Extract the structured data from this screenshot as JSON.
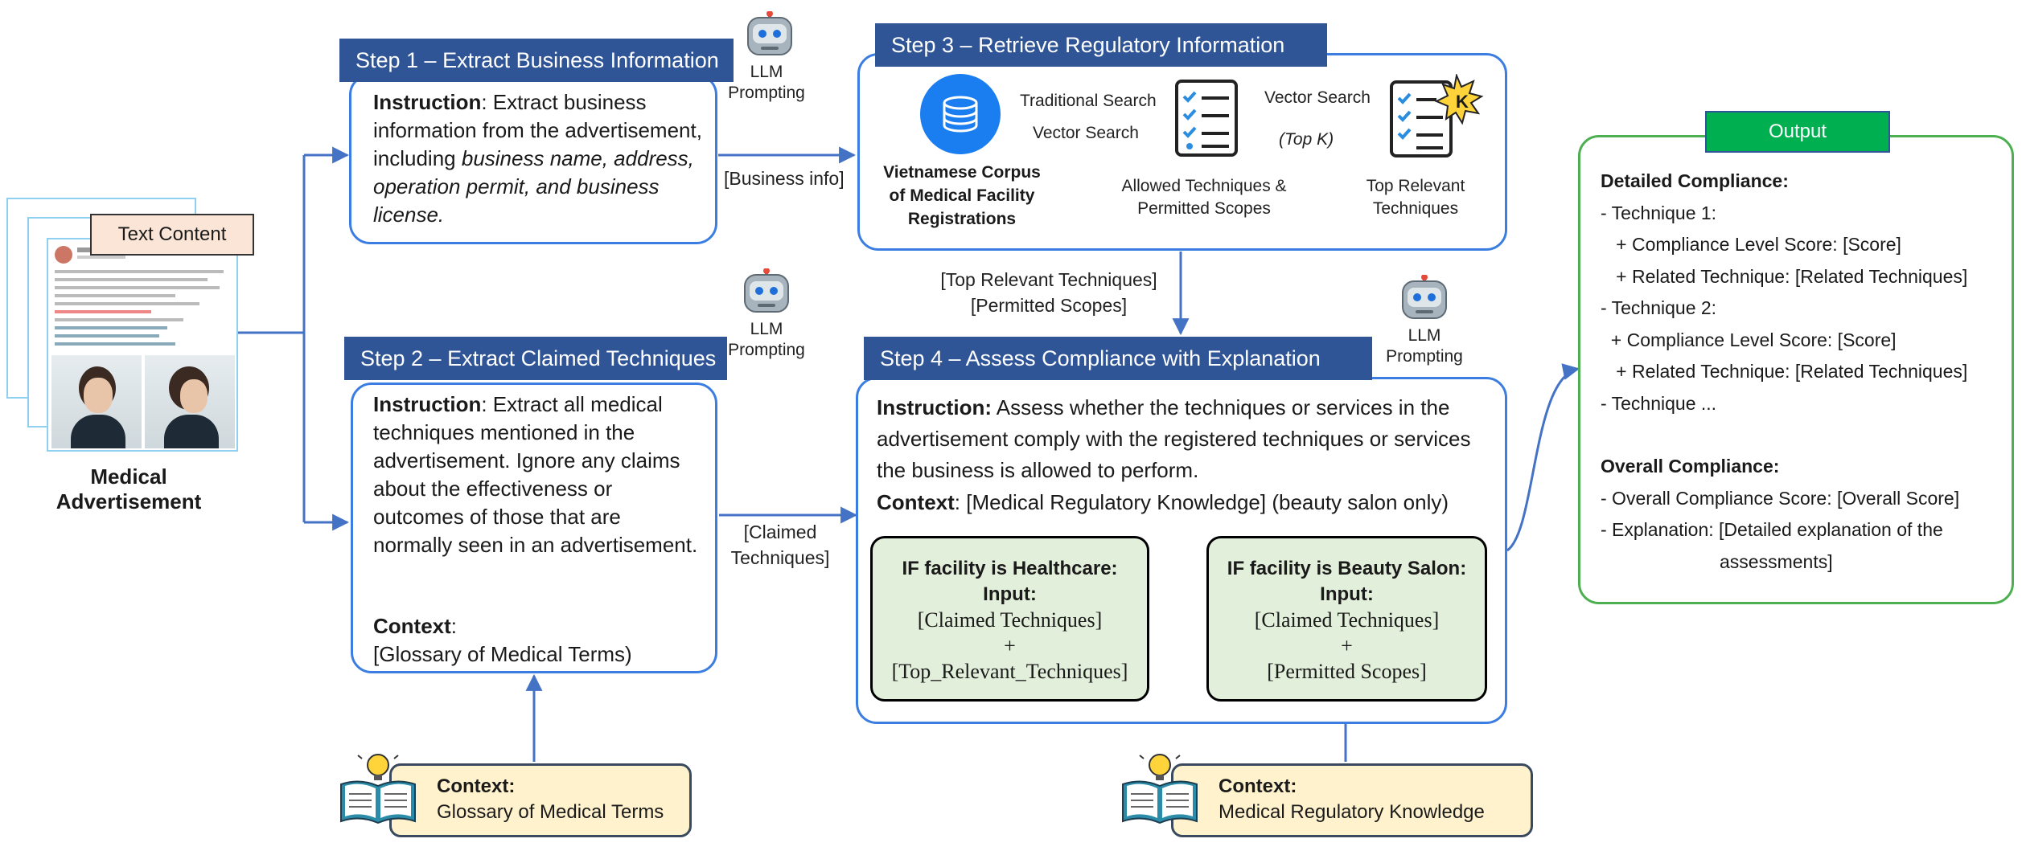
{
  "input": {
    "text_content_label": "Text Content",
    "ad_label": "Medical Advertisement"
  },
  "llm_label_line1": "LLM",
  "llm_label_line2": "Prompting",
  "step1": {
    "title": "Step 1 – Extract Business Information",
    "instruction_label": "Instruction",
    "instruction_text_a": ": Extract business information from the advertisement, including ",
    "instruction_text_b": "business name, address, operation permit, and business license."
  },
  "step2": {
    "title": "Step 2 – Extract Claimed Techniques",
    "instruction_label": "Instruction",
    "instruction_text": ": Extract all medical techniques mentioned in the advertisement. Ignore any claims about the effectiveness or outcomes of those that are normally seen in an advertisement.",
    "context_label": "Context",
    "context_colon": ":",
    "context_text": "[Glossary of Medical Terms)"
  },
  "step3": {
    "title": "Step 3 – Retrieve Regulatory Information",
    "corpus_label": "Vietnamese Corpus of Medical Facility Registrations",
    "traditional_search": "Traditional Search",
    "vector_search_1": "Vector Search",
    "vector_search_2": "Vector Search",
    "top_k": "(Top K)",
    "allowed_label": "Allowed Techniques & Permitted Scopes",
    "top_relevant_label": "Top Relevant Techniques",
    "k_badge": "K"
  },
  "step4": {
    "title": "Step 4 – Assess Compliance with Explanation",
    "instruction_label": "Instruction:",
    "instruction_text": " Assess whether the techniques or services in the advertisement comply with the registered techniques or services the business is allowed to perform.",
    "context_label": "Context",
    "context_text": ": [Medical Regulatory Knowledge] (beauty salon only)",
    "healthcare": {
      "title": "IF facility is Healthcare:",
      "input": "Input:",
      "line1": "[Claimed Techniques]",
      "plus": "+",
      "line2": "[Top_Relevant_Techniques]"
    },
    "beauty": {
      "title": "IF facility is Beauty Salon:",
      "input": "Input:",
      "line1": "[Claimed Techniques]",
      "plus": "+",
      "line2": "[Permitted Scopes]"
    }
  },
  "arrows": {
    "business_info": "[Business info]",
    "top_relevant": "[Top Relevant Techniques]",
    "permitted_scopes": "[Permitted Scopes]",
    "claimed_1": "[Claimed",
    "claimed_2": "Techniques]"
  },
  "contexts": {
    "glossary_label": "Context:",
    "glossary_text": "Glossary of Medical Terms",
    "regulatory_label": "Context:",
    "regulatory_text": "Medical Regulatory Knowledge"
  },
  "output": {
    "title": "Output",
    "detailed_title": "Detailed Compliance:",
    "lines": [
      "- Technique 1:",
      "   + Compliance Level Score: [Score]",
      "   + Related Technique: [Related Techniques]",
      "- Technique 2:",
      "  + Compliance Level Score: [Score]",
      "   + Related Technique: [Related Techniques]",
      "- Technique ..."
    ],
    "overall_title": "Overall Compliance:",
    "overall_lines": [
      "- Overall Compliance Score: [Overall Score]",
      "- Explanation: [Detailed explanation of the",
      "assessments]"
    ]
  },
  "colors": {
    "header": "#2f5597",
    "border": "#3b7de0",
    "output_green": "#00b050",
    "output_border": "#4caf50",
    "green_fill": "#e2efda",
    "context_fill": "#fff2cc"
  }
}
